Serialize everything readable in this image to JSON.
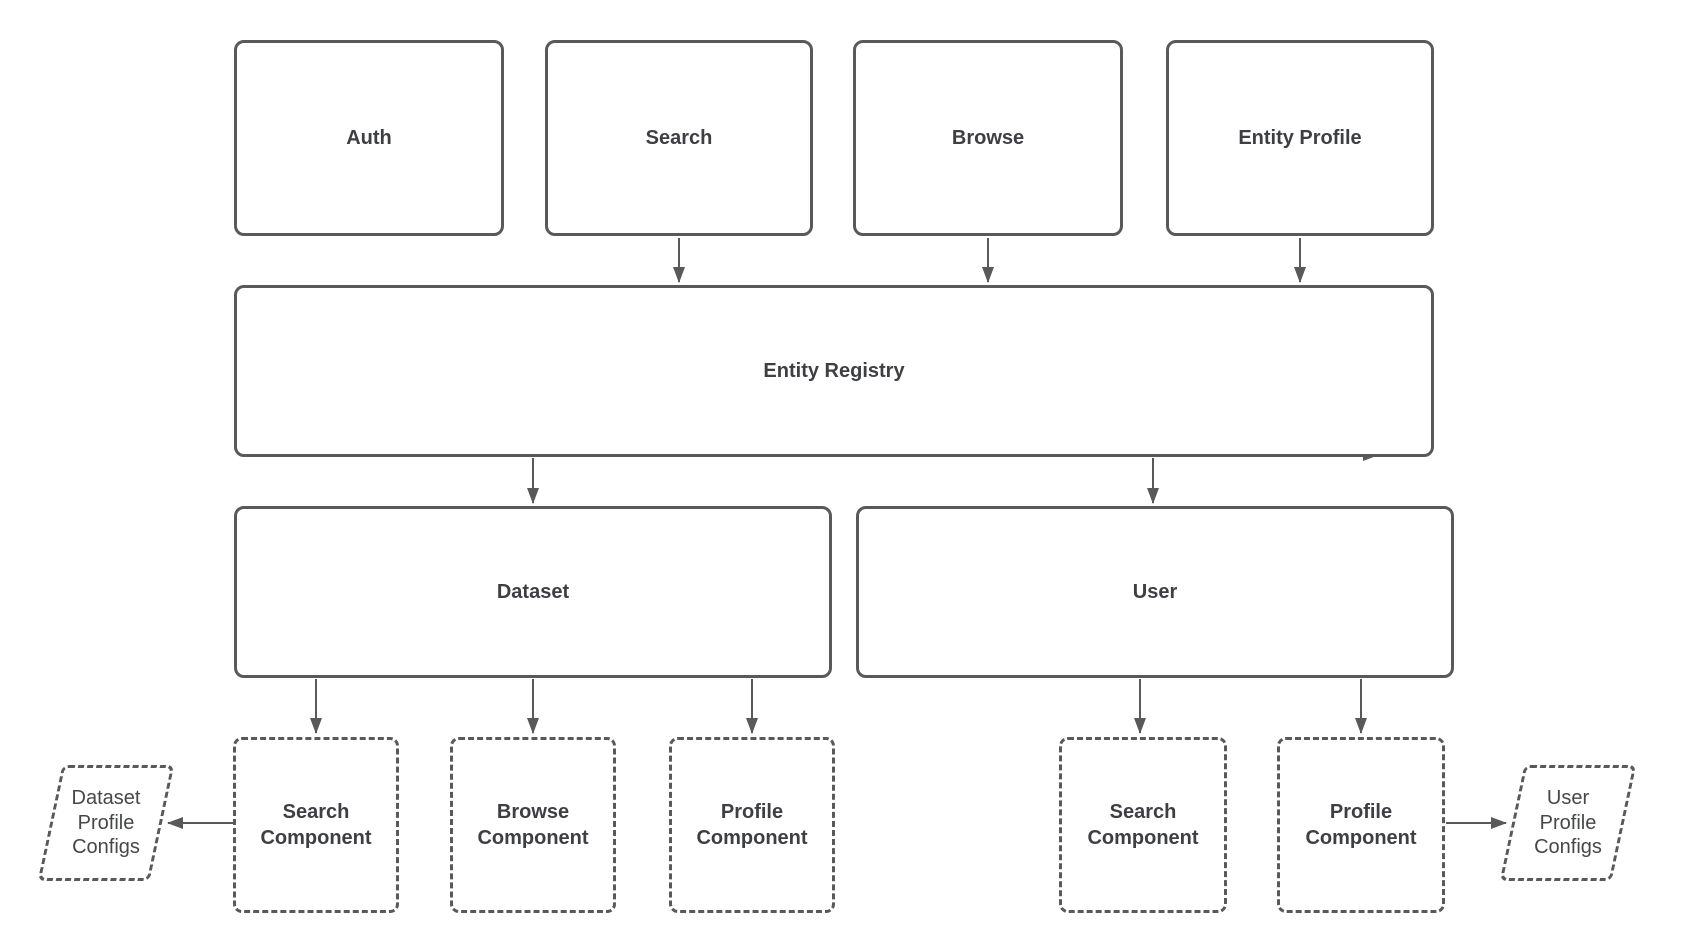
{
  "diagram": {
    "colors": {
      "stroke": "#595959",
      "node_label_text": "#3d3f42",
      "parallelogram_text": "#454749",
      "background": "#ffffff"
    },
    "nodes": {
      "auth": {
        "label": "Auth"
      },
      "search": {
        "label": "Search"
      },
      "browse": {
        "label": "Browse"
      },
      "entity_profile": {
        "label": "Entity Profile"
      },
      "entity_registry": {
        "label": "Entity Registry"
      },
      "dataset": {
        "label": "Dataset"
      },
      "user": {
        "label": "User"
      },
      "dataset_search_component": {
        "label": "Search Component"
      },
      "dataset_browse_component": {
        "label": "Browse Component"
      },
      "dataset_profile_component": {
        "label": "Profile Component"
      },
      "user_search_component": {
        "label": "Search Component"
      },
      "user_profile_component": {
        "label": "Profile Component"
      },
      "dataset_profile_configs": {
        "label": "Dataset Profile Configs"
      },
      "user_profile_configs": {
        "label": "User Profile Configs"
      }
    },
    "edges": [
      {
        "from": "search",
        "to": "entity_registry"
      },
      {
        "from": "browse",
        "to": "entity_registry"
      },
      {
        "from": "entity_profile",
        "to": "entity_registry"
      },
      {
        "from": "entity_registry",
        "to": "dataset"
      },
      {
        "from": "entity_registry",
        "to": "user"
      },
      {
        "from": "dataset",
        "to": "dataset_search_component"
      },
      {
        "from": "dataset",
        "to": "dataset_browse_component"
      },
      {
        "from": "dataset",
        "to": "dataset_profile_component"
      },
      {
        "from": "user",
        "to": "user_search_component"
      },
      {
        "from": "user",
        "to": "user_profile_component"
      },
      {
        "from": "dataset_search_component",
        "to": "dataset_profile_configs"
      },
      {
        "from": "user_profile_component",
        "to": "user_profile_configs"
      },
      {
        "from": "entity_registry",
        "to": "entity_registry_bottom_right",
        "note": "arrowhead along bottom border pointing right"
      }
    ]
  }
}
